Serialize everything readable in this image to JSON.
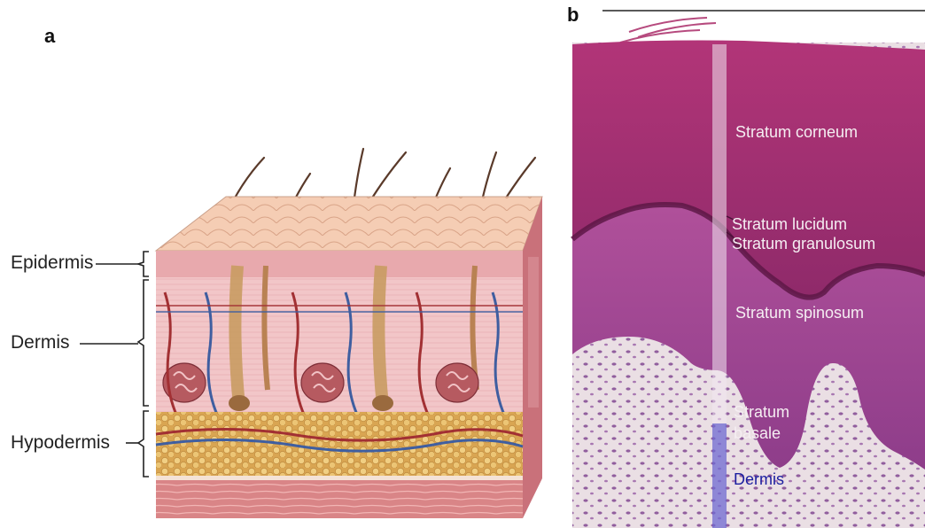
{
  "panel_a": {
    "letter": "a",
    "labels": {
      "epidermis": "Epidermis",
      "dermis": "Dermis",
      "hypodermis": "Hypodermis"
    }
  },
  "panel_b": {
    "letter": "b",
    "labels": {
      "stratum_corneum": "Stratum corneum",
      "stratum_lucidum": "Stratum lucidum",
      "stratum_granulosum": "Stratum granulosum",
      "stratum_spinosum": "Stratum spinosum",
      "stratum_basale_line1": "Stratum",
      "stratum_basale_line2": "basale",
      "dermis": "Dermis"
    }
  },
  "colors": {
    "epidermis_pink": "#e7a9ad",
    "skin_surface": "#f3c8ad",
    "dermis_pink": "#f2c3c6",
    "fat_yellow": "#e7b969",
    "muscle_red": "#d2787a",
    "histo_corneum": "#a5286f",
    "histo_spinosum": "#9b3b8f",
    "histo_dermis": "#e9dfe2",
    "scale_bar": "#f0e6f0",
    "dermis_bar": "#6f6ad2",
    "dermis_text": "#1c1fa0"
  }
}
